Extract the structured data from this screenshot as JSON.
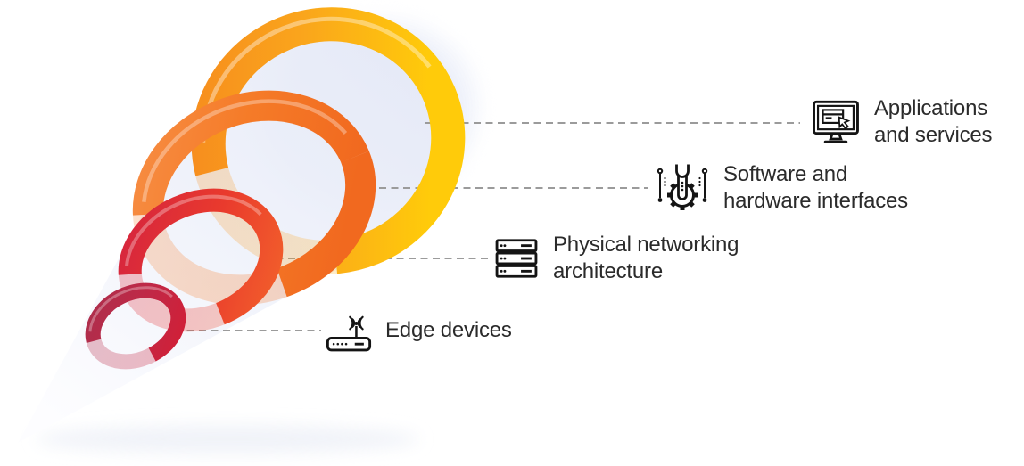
{
  "diagram": {
    "type": "funnel-rings-infographic",
    "styles": {
      "connector_color": "#9B9B9B",
      "text_color": "#2B2B2B",
      "icon_color": "#141414",
      "cone_fill": "#EAEEF9",
      "shadow_fill": "#EDF0F7",
      "background": "#FFFFFF"
    },
    "layers": [
      {
        "id": "applications-and-services",
        "label_lines": [
          "Applications",
          "and services"
        ],
        "icon": "monitor-cursor-icon",
        "ring": {
          "start": "#F68A1E",
          "mid": "#FAA51C",
          "end": "#FFCB0A"
        }
      },
      {
        "id": "software-and-hardware-interfaces",
        "label_lines": [
          "Software and",
          "hardware interfaces"
        ],
        "icon": "gear-wrench-icon",
        "ring": {
          "start": "#F78E45",
          "mid": "#F57B28",
          "end": "#F1691F"
        }
      },
      {
        "id": "physical-networking-architecture",
        "label_lines": [
          "Physical networking",
          "architecture"
        ],
        "icon": "server-stack-icon",
        "ring": {
          "start": "#D7263D",
          "mid": "#E93A2D",
          "end": "#F15B2B"
        }
      },
      {
        "id": "edge-devices",
        "label_lines": [
          "Edge devices"
        ],
        "icon": "wireless-router-icon",
        "ring": {
          "start": "#AE2E4C",
          "mid": "#C12846",
          "end": "#D02038"
        }
      }
    ]
  }
}
